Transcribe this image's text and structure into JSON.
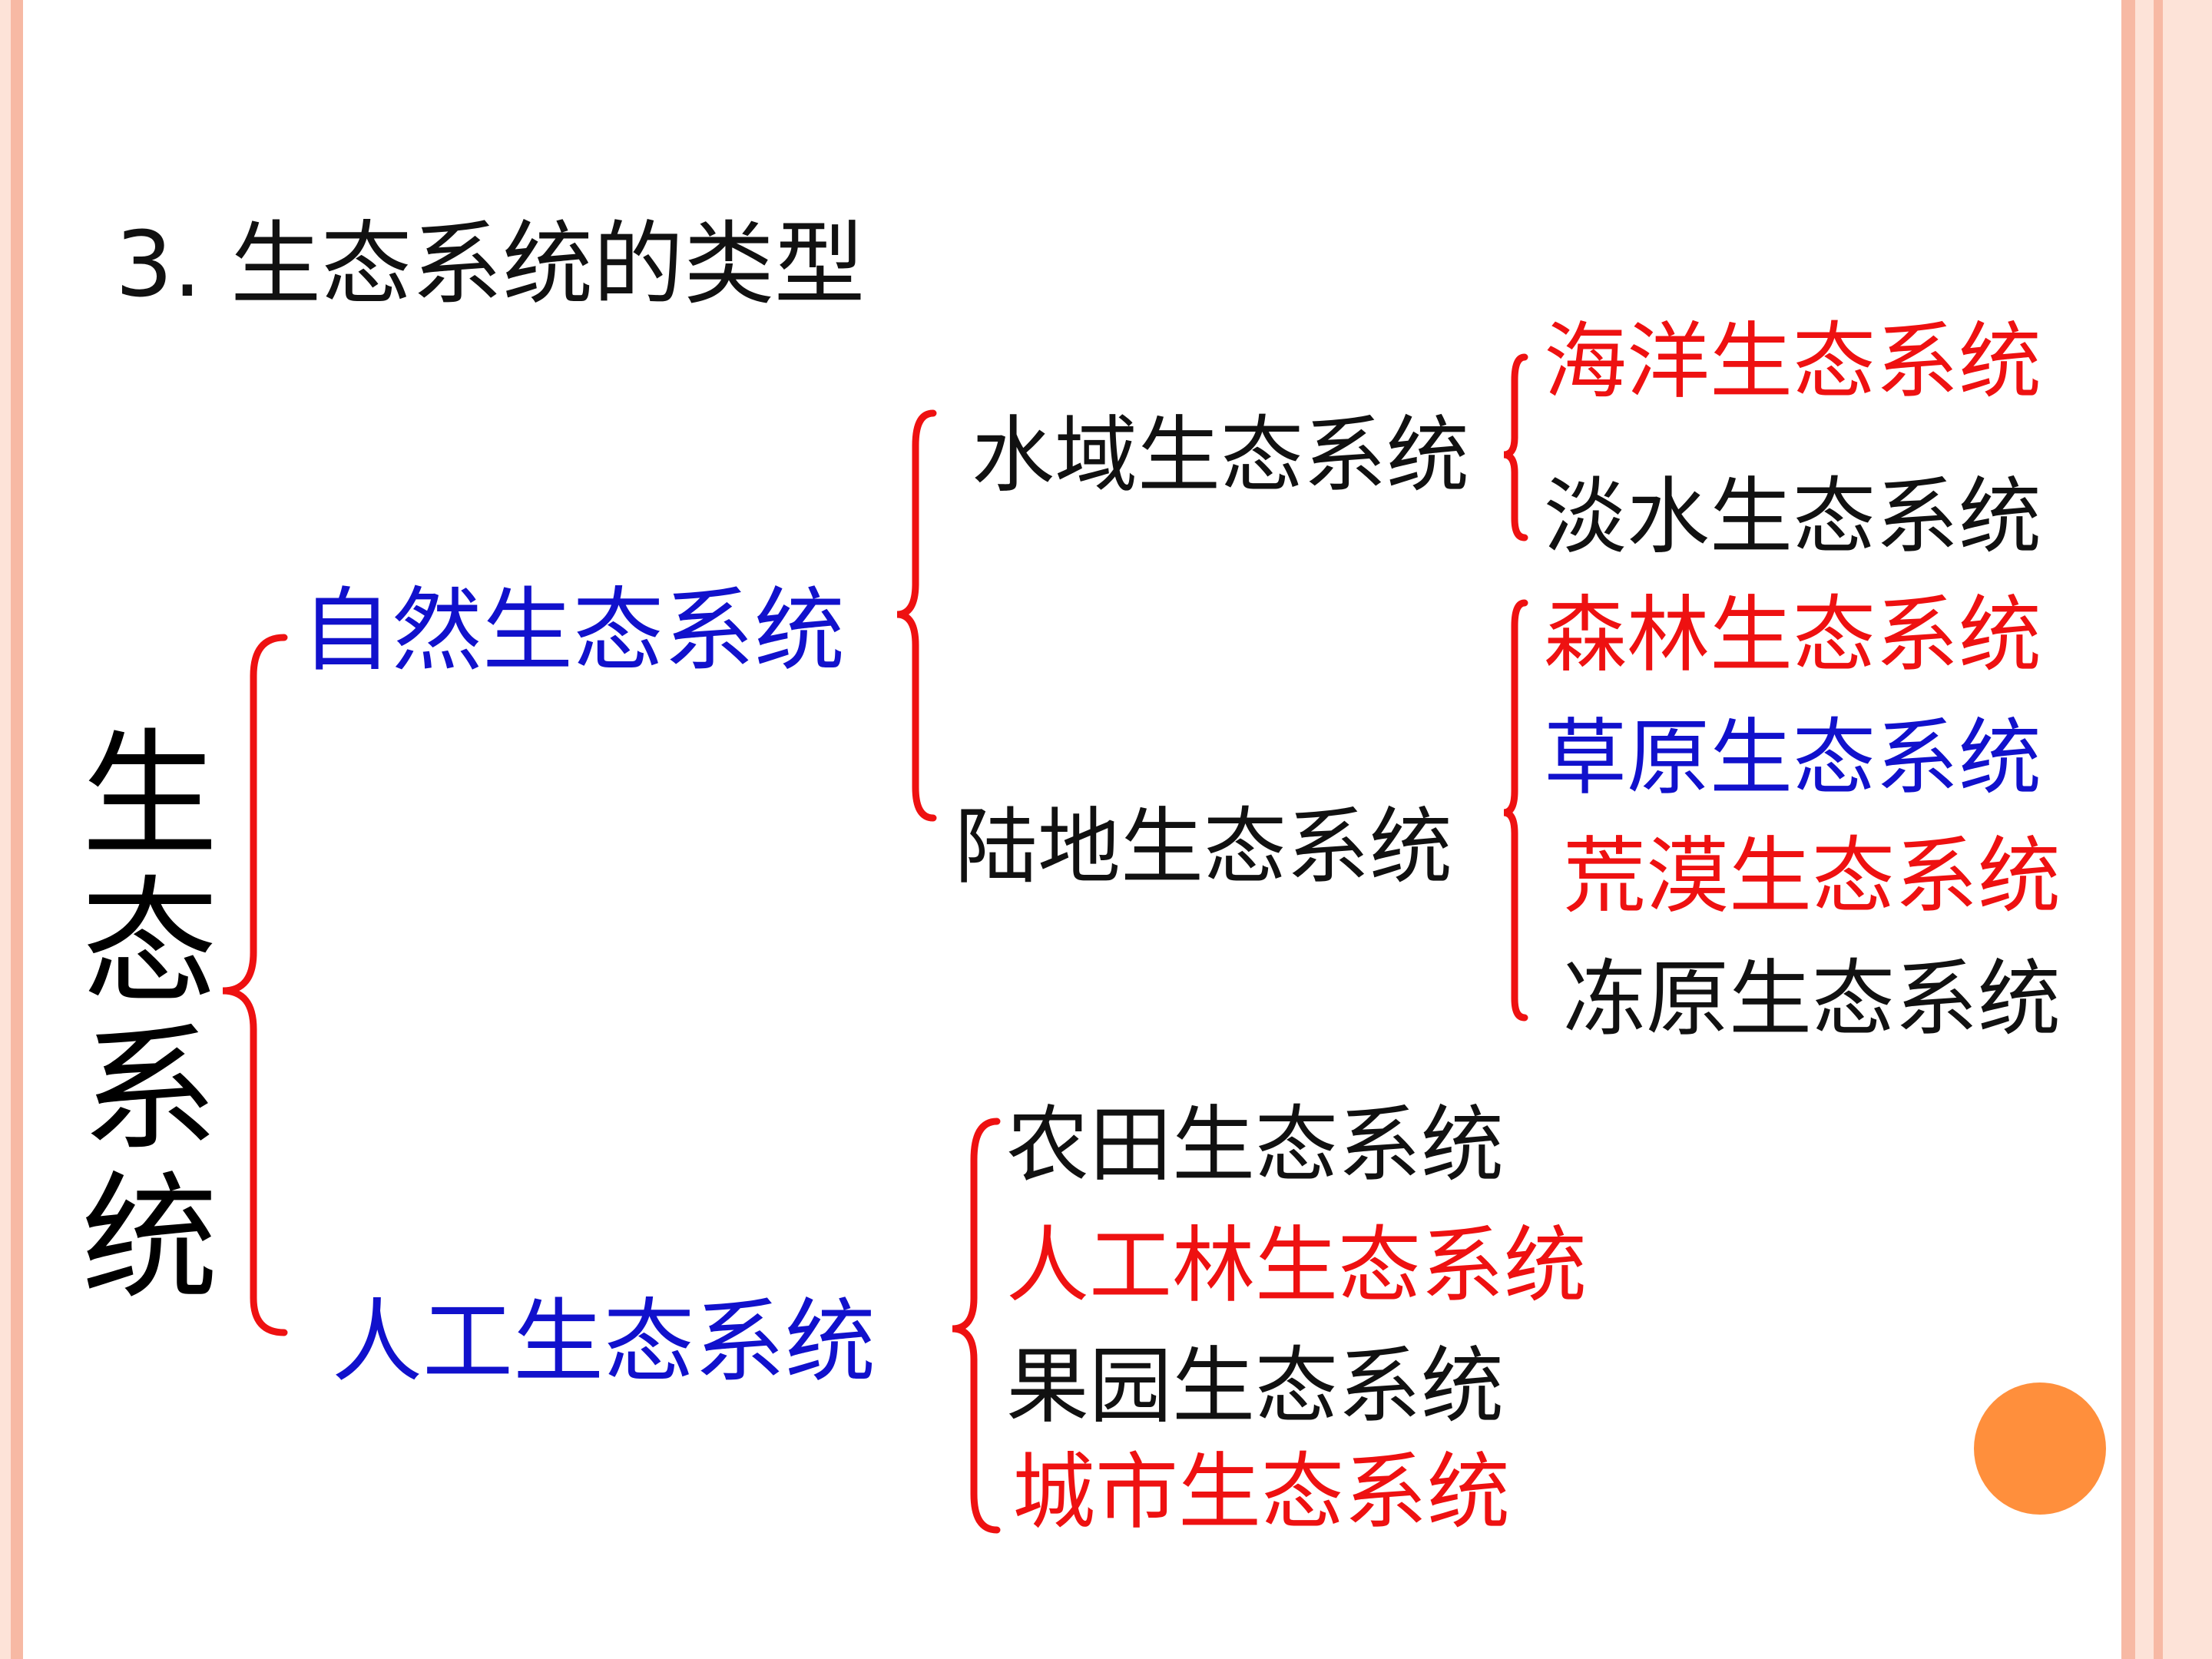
{
  "title": "3. 生态系统的类型",
  "root": "生态系统",
  "natural": {
    "label": "自然生态系统",
    "water": {
      "label": "水域生态系统",
      "children": [
        "海洋生态系统",
        "淡水生态系统"
      ]
    },
    "land": {
      "label": "陆地生态系统",
      "children": [
        "森林生态系统",
        "草原生态系统",
        "荒漠生态系统",
        "冻原生态系统"
      ]
    }
  },
  "artificial": {
    "label": "人工生态系统",
    "children": [
      "农田生态系统",
      "人工林生态系统",
      "果园生态系统",
      "城市生态系统"
    ]
  },
  "colors": {
    "brace": "#ee1111",
    "red_text": "#ee1111",
    "blue_text": "#1111cc",
    "black_text": "#111111",
    "accent_dot": "#ff8f3c",
    "stripe_light": "#fde3d8",
    "stripe_mid": "#f7b9a4"
  }
}
